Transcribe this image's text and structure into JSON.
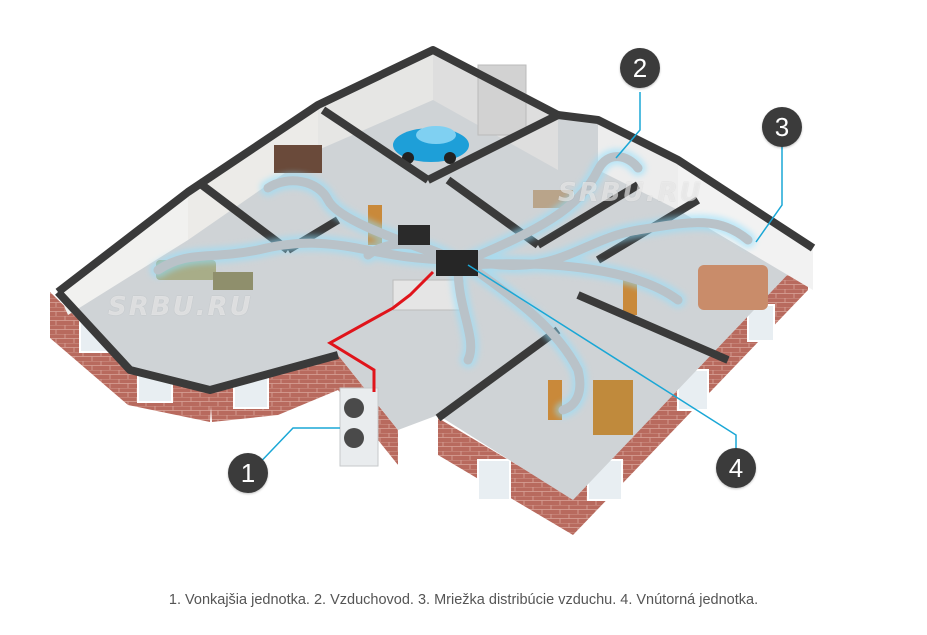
{
  "caption": "1. Vonkajšia jednotka. 2. Vzduchovod. 3. Mriežka distribúcie vzduchu. 4. Vnútorná jednotka.",
  "markers": [
    "1",
    "2",
    "3",
    "4"
  ],
  "watermark": "SRBU.RU",
  "colors": {
    "brick": "#b86a5e",
    "wall_top": "#3a3a3a",
    "floor": "#cfd3d6",
    "duct": "#b9c2c8",
    "duct_glow": "#8fe0ff",
    "leader_line": "#1aa7d6",
    "refrigerant_line": "#e0141b",
    "marker_bg": "#3b3b3b",
    "car": "#1e9fd8"
  }
}
